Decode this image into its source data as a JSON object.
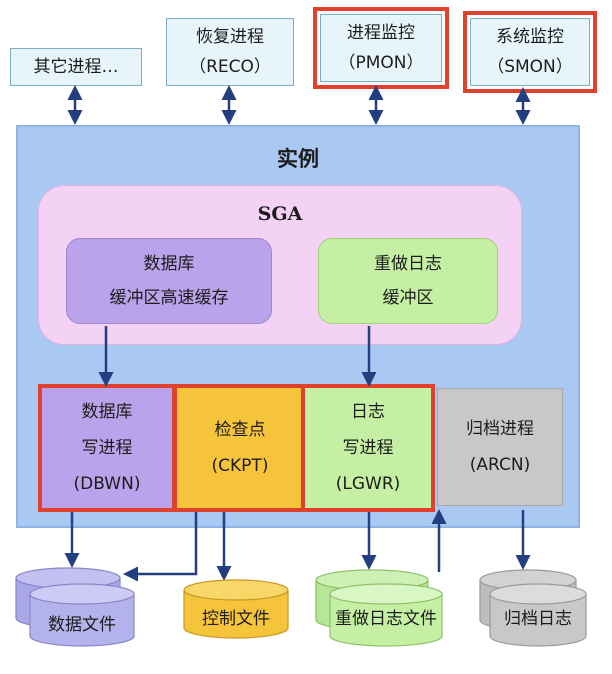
{
  "top_boxes": {
    "other": {
      "line1": "其它进程…"
    },
    "reco": {
      "line1": "恢复进程",
      "line2": "（RECO）"
    },
    "pmon": {
      "line1": "进程监控",
      "line2": "（PMON）"
    },
    "smon": {
      "line1": "系统监控",
      "line2": "（SMON）"
    }
  },
  "instance": {
    "title": "实例"
  },
  "sga": {
    "title": "SGA",
    "db_buffer": {
      "line1": "数据库",
      "line2": "缓冲区高速缓存"
    },
    "redo_buffer": {
      "line1": "重做日志",
      "line2": "缓冲区"
    }
  },
  "processes": {
    "dbwn": {
      "line1": "数据库",
      "line2": "写进程",
      "line3": "(DBWN)"
    },
    "ckpt": {
      "line1": "检查点",
      "line2": "(CKPT)"
    },
    "lgwr": {
      "line1": "日志",
      "line2": "写进程",
      "line3": "(LGWR)"
    },
    "arcn": {
      "line1": "归档进程",
      "line2": "(ARCN)"
    }
  },
  "files": {
    "data": "数据文件",
    "control": "控制文件",
    "redo": "重做日志文件",
    "archive": "归档日志"
  },
  "colors": {
    "highlight": "#e0412f",
    "instance_bg": "#a9c8f2",
    "sga_bg": "#f4d2f4",
    "db_buffer": "#bba3ec",
    "redo_buffer": "#c5f0a4",
    "dbwn": "#bba3ec",
    "ckpt": "#f6c43b",
    "lgwr": "#c5f0a4",
    "arcn": "#c8c8c8",
    "arrow": "#233f80"
  }
}
